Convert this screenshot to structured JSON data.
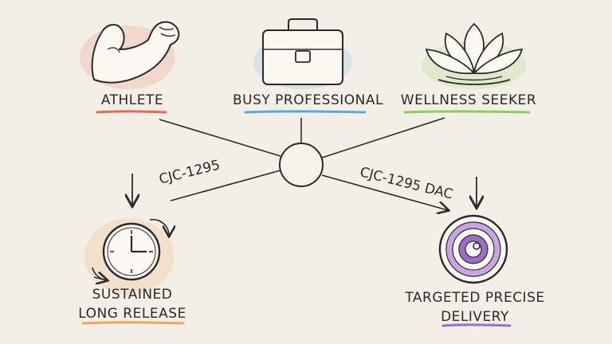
{
  "personas": [
    {
      "label": "ATHLETE",
      "icon": "flexed-arm-icon",
      "accent": "#e8685a"
    },
    {
      "label": "BUSY PROFESSIONAL",
      "icon": "briefcase-icon",
      "accent": "#5aa8e0"
    },
    {
      "label": "WELLNESS SEEKER",
      "icon": "lotus-icon",
      "accent": "#8ccf5a"
    }
  ],
  "center_node": "hub-circle",
  "outcomes": [
    {
      "label_line1": "SUSTAINED",
      "label_line2": "LONG RELEASE",
      "icon": "clock-icon",
      "accent": "#f0a55a"
    },
    {
      "label_line1": "TARGETED PRECISE",
      "label_line2": "DELIVERY",
      "icon": "target-icon",
      "accent": "#9b6cc8"
    }
  ],
  "edges": {
    "left": "CJC-1295",
    "right": "CJC-1295 DAC"
  },
  "colors": {
    "background": "#f3efe6",
    "ink": "#2a2a2a"
  }
}
